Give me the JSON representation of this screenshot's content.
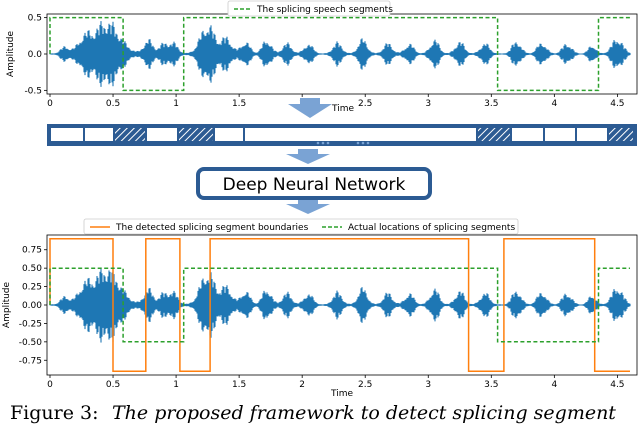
{
  "colors": {
    "waveform": "#1f77b4",
    "segment_box": "#2ca02c",
    "boundary_line": "#ff7f0e",
    "pipeline_blue": "#2c5b93",
    "arrow_fill": "#7aa3d4"
  },
  "top_plot": {
    "legend_label": "The splicing speech segments",
    "xlabel": "Time",
    "ylabel": "Amplitude",
    "x_ticks": [
      "0",
      "0.5",
      "1",
      "1.5",
      "2",
      "2.5",
      "3",
      "3.5",
      "4",
      "4.5"
    ],
    "y_ticks": [
      "0.5",
      "0.0",
      "-0.5"
    ]
  },
  "network": {
    "label": "Deep Neural Network"
  },
  "bottom_plot": {
    "legend_boundaries": "The detected splicing segment boundaries",
    "legend_actual": "Actual locations of splicing segments",
    "xlabel": "Time",
    "ylabel": "Amplitude",
    "x_ticks": [
      "0",
      "0.5",
      "1",
      "1.5",
      "2",
      "2.5",
      "3",
      "3.5",
      "4",
      "4.5"
    ],
    "y_ticks": [
      "0.75",
      "0.50",
      "0.25",
      "0.00",
      "-0.25",
      "-0.50",
      "-0.75"
    ]
  },
  "caption": {
    "label": "Figure 3:",
    "text": "The proposed framework to detect splicing segment"
  },
  "chart_data": [
    {
      "type": "line",
      "xlabel": "Time",
      "ylabel": "Amplitude",
      "xlim": [
        0,
        4.6
      ],
      "ylim": [
        -0.55,
        0.55
      ],
      "series": [
        {
          "name": "The splicing speech segments",
          "x": [
            0,
            0,
            0.58,
            0.58,
            1.06,
            1.06,
            3.55,
            3.55,
            4.35,
            4.35,
            4.6
          ],
          "y": [
            0,
            0.5,
            0.5,
            -0.5,
            -0.5,
            0.5,
            0.5,
            -0.5,
            -0.5,
            0.5,
            0.5
          ]
        }
      ]
    },
    {
      "type": "line",
      "xlabel": "Time",
      "ylabel": "Amplitude",
      "xlim": [
        0,
        4.6
      ],
      "ylim": [
        -0.95,
        0.95
      ],
      "series": [
        {
          "name": "The detected splicing segment boundaries",
          "x": [
            0,
            0,
            0.5,
            0.5,
            0.76,
            0.76,
            1.03,
            1.03,
            1.27,
            1.27,
            3.32,
            3.32,
            3.6,
            3.6,
            4.32,
            4.32,
            4.6
          ],
          "y": [
            0,
            0.9,
            0.9,
            -0.9,
            -0.9,
            0.9,
            0.9,
            -0.9,
            -0.9,
            0.9,
            0.9,
            -0.9,
            -0.9,
            0.9,
            0.9,
            -0.9,
            -0.9
          ]
        },
        {
          "name": "Actual locations of splicing segments",
          "x": [
            0,
            0,
            0.58,
            0.58,
            1.06,
            1.06,
            3.55,
            3.55,
            4.35,
            4.35,
            4.6
          ],
          "y": [
            0,
            0.5,
            0.5,
            -0.5,
            -0.5,
            0.5,
            0.5,
            -0.5,
            -0.5,
            0.5,
            0.5
          ]
        }
      ]
    }
  ]
}
